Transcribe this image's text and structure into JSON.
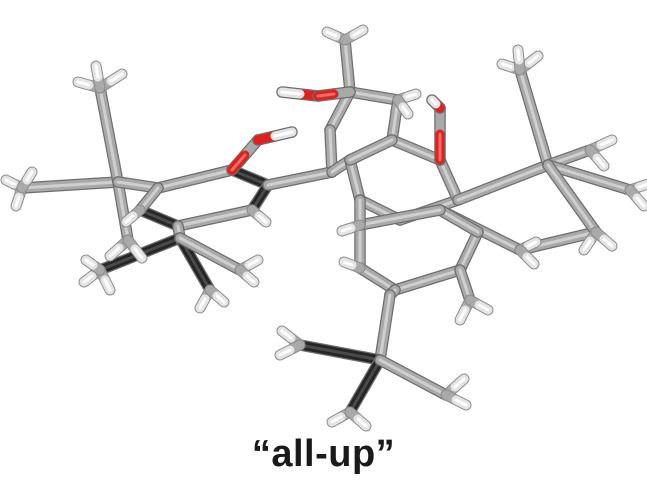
{
  "caption": "“all-up”",
  "colors": {
    "background": "#ffffff",
    "carbon": "#a9a9a9",
    "carbon_dark": "#262626",
    "hydrogen": "#e4e4e4",
    "oxygen": "#e0201c",
    "caption_text": "#1a1a1a"
  },
  "model": {
    "style": "stick",
    "elements": [
      "C",
      "H",
      "O"
    ],
    "conformation_label": "all-up"
  }
}
